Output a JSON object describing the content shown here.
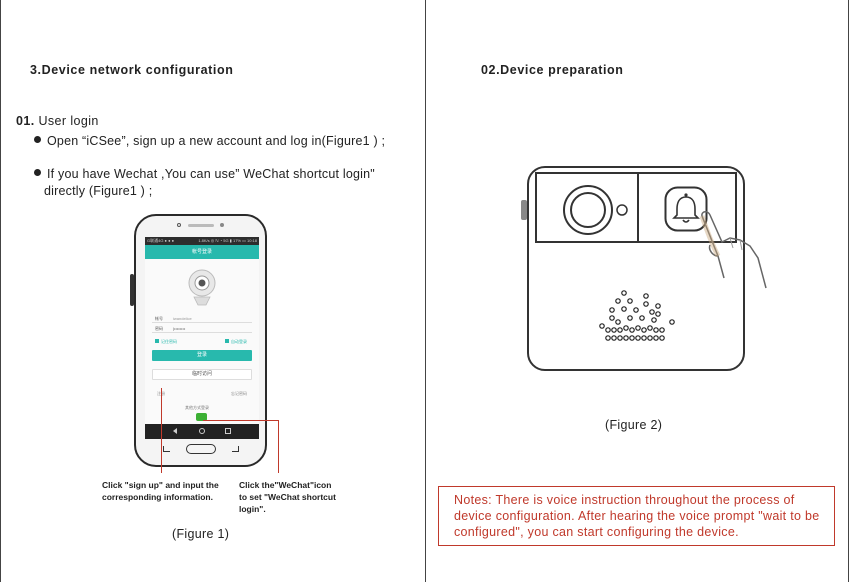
{
  "left": {
    "section_title": "3.Device network configuration",
    "step_number": "01.",
    "step_label": "User login",
    "bullet1": "Open   “iCSee”, sign up a new account and log in(Figure1 ) ;",
    "bullet2_line1": "If you have Wechat ,You can use”   WeChat shortcut login\"",
    "bullet2_line2": "directly (Figure1 ) ;",
    "note_signup_line1": "Click \"sign up\" and input the",
    "note_signup_line2": "corresponding information.",
    "note_wechat_line1": "Click the\"WeChat\"icon",
    "note_wechat_line2": "to set \"WeChat shortcut",
    "note_wechat_line3": "login\".",
    "caption": "(Figure 1)"
  },
  "phone_screen": {
    "app_bar_title": "帐号登录",
    "account_label": "帐号",
    "account_value": "iwandelice",
    "password_label": "密码",
    "password_value": "|••••••••",
    "remember": "记住密码",
    "auto_login": "自动登录",
    "login_button": "登录",
    "temp_login": "临时访问",
    "signup": "注册",
    "forgot": "忘记密码",
    "other_methods": "其他方式登录",
    "status_left": "G联通4G ● ● ●",
    "status_right": "1.8K/s ◎ ℕ ◔ 5G ▮ 17% ▭ 10:18"
  },
  "right": {
    "section_title": "02.Device preparation",
    "caption": "(Figure 2)",
    "notes": "Notes: There is voice instruction throughout the process of device configuration. After hearing the voice prompt \"wait to be configured\", you can start configuring the device."
  },
  "colors": {
    "accent_red": "#c0392b",
    "app_teal": "#28b9ad",
    "wechat_green": "#3cb034"
  }
}
